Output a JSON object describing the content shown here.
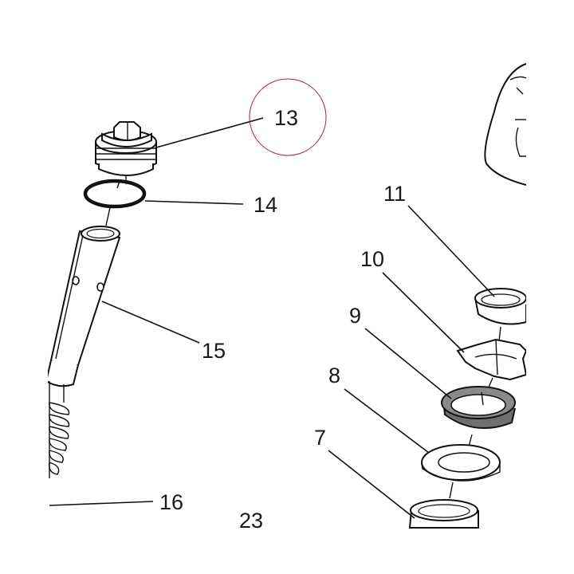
{
  "diagram": {
    "callouts": [
      {
        "id": "13",
        "text": "13"
      },
      {
        "id": "14",
        "text": "14"
      },
      {
        "id": "15",
        "text": "15"
      },
      {
        "id": "16",
        "text": "16"
      },
      {
        "id": "23",
        "text": "23"
      },
      {
        "id": "11",
        "text": "11"
      },
      {
        "id": "10",
        "text": "10"
      },
      {
        "id": "9",
        "text": "9"
      },
      {
        "id": "8",
        "text": "8"
      },
      {
        "id": "7",
        "text": "7"
      }
    ],
    "highlight": {
      "target": "13",
      "color": "#b0203a"
    },
    "colors": {
      "line": "#111111",
      "seal": "#6f6f6f",
      "background": "#ffffff"
    }
  }
}
